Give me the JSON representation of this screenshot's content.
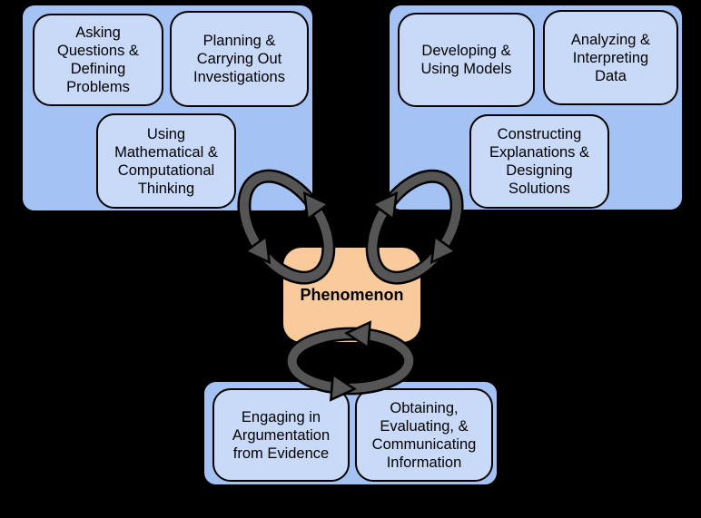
{
  "colors": {
    "background": "#000000",
    "group_fill": "#a4c2f4",
    "practice_fill": "#c9daf8",
    "phenomenon_fill": "#f9cb9c",
    "arrow_fill": "#555555",
    "outline": "#000000",
    "text": "#000000"
  },
  "phenomenon": {
    "label": "Phenomenon"
  },
  "groups": {
    "top_left": {
      "practices": [
        "Asking\nQuestions &\nDefining\nProblems",
        "Planning &\nCarrying Out\nInvestigations",
        "Using\nMathematical &\nComputational\nThinking"
      ]
    },
    "top_right": {
      "practices": [
        "Developing &\nUsing Models",
        "Analyzing &\nInterpreting\nData",
        "Constructing\nExplanations &\nDesigning\nSolutions"
      ]
    },
    "bottom": {
      "practices": [
        "Engaging in\nArgumentation\nfrom Evidence",
        "Obtaining,\nEvaluating, &\nCommunicating\nInformation"
      ]
    }
  },
  "arrow_loops": [
    "top-left-cycle-arrows",
    "top-right-cycle-arrows",
    "bottom-cycle-arrows"
  ]
}
